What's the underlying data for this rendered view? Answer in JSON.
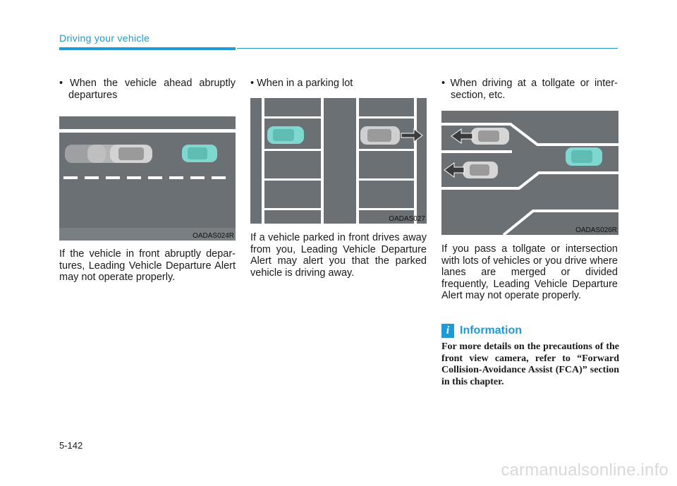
{
  "header": {
    "section_title": "Driving your vehicle"
  },
  "columns": [
    {
      "bullet": "When the vehicle ahead abruptly departures",
      "figure_code": "OADAS024R",
      "body": "If the vehicle in front abruptly depar-tures, Leading Vehicle Departure Alert may not operate properly."
    },
    {
      "bullet": "When in a parking lot",
      "figure_code": "OADAS027",
      "body": "If a vehicle parked in front drives away from you, Leading Vehicle Departure Alert may alert you that the parked vehicle is driving away."
    },
    {
      "bullet": "When driving at a tollgate or inter-section, etc.",
      "figure_code": "OADAS026R",
      "body": "If you pass a tollgate or intersection with lots of vehicles or you drive where lanes are merged or divided frequently, Leading Vehicle Departure Alert may not operate properly."
    }
  ],
  "information": {
    "icon_glyph": "i",
    "title": "Information",
    "body": "For more details on the precautions of the front view camera, refer to “Forward Collision-Avoidance Assist (FCA)” section in this chapter."
  },
  "footer": {
    "page_number": "5-142",
    "watermark": "carmanualsonline.info"
  },
  "colors": {
    "accent": "#1e9ad6",
    "road": "#6b7075",
    "own_car": "#7fd8d0",
    "other_car": "#c8c8c8"
  },
  "icons": [
    "info-icon"
  ]
}
